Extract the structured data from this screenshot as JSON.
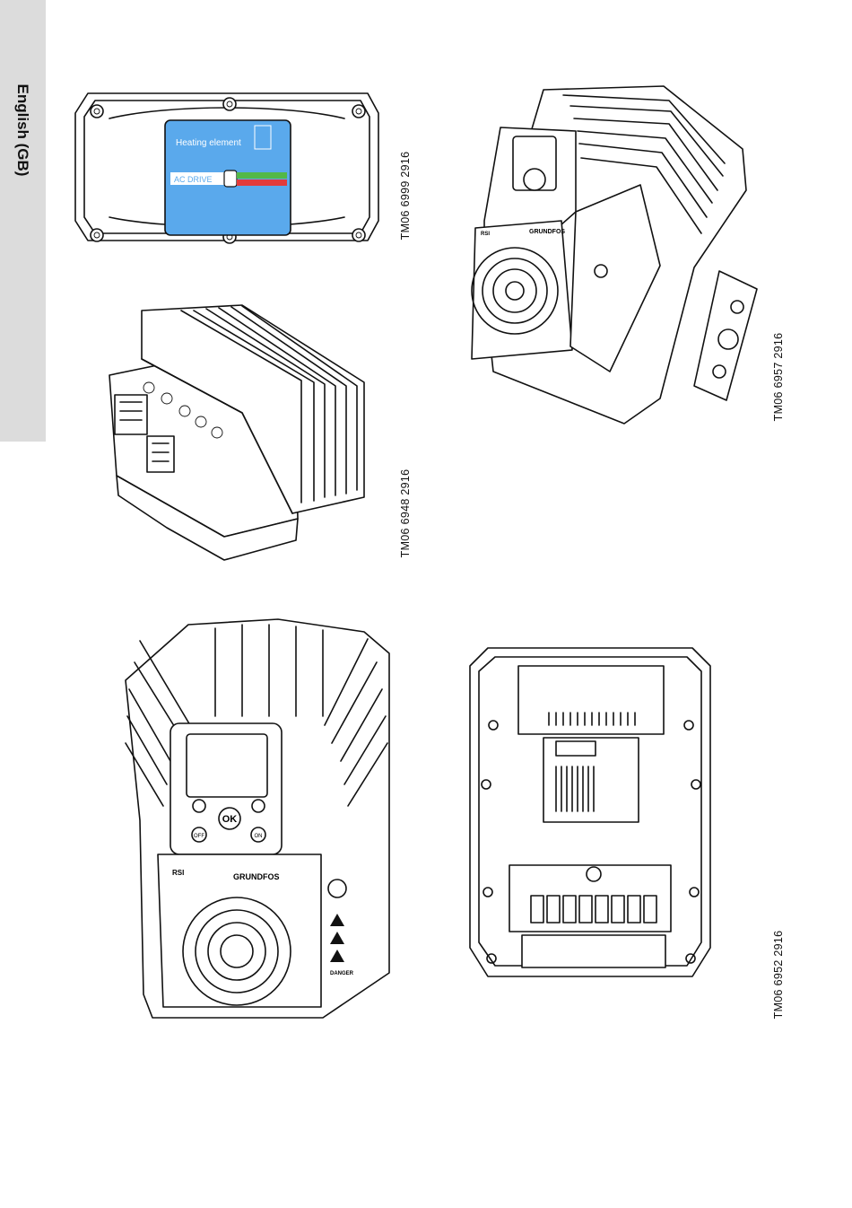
{
  "sidebar": {
    "language_tab": "English (GB)"
  },
  "figures": {
    "heating_element": {
      "label_title": "Heating element",
      "label_drive": "AC DRIVE",
      "label_colors": {
        "blue": "#5aa9ec",
        "green": "#53b848",
        "red": "#e23b3b"
      },
      "tm_number": "TM06 6999 2916"
    },
    "module": {
      "tm_number": "TM06 6948 2916"
    },
    "exploded_drive": {
      "brand": "GRUNDFOS",
      "model": "RSI",
      "tm_number": "TM06 6957 2916"
    },
    "front_drive": {
      "model": "RSI",
      "brand": "GRUNDFOS",
      "keypad": {
        "ok": "OK",
        "off": "OFF",
        "on": "ON"
      },
      "warning": "DANGER"
    },
    "open_drive": {
      "tm_number": "TM06 6952 2916"
    }
  }
}
